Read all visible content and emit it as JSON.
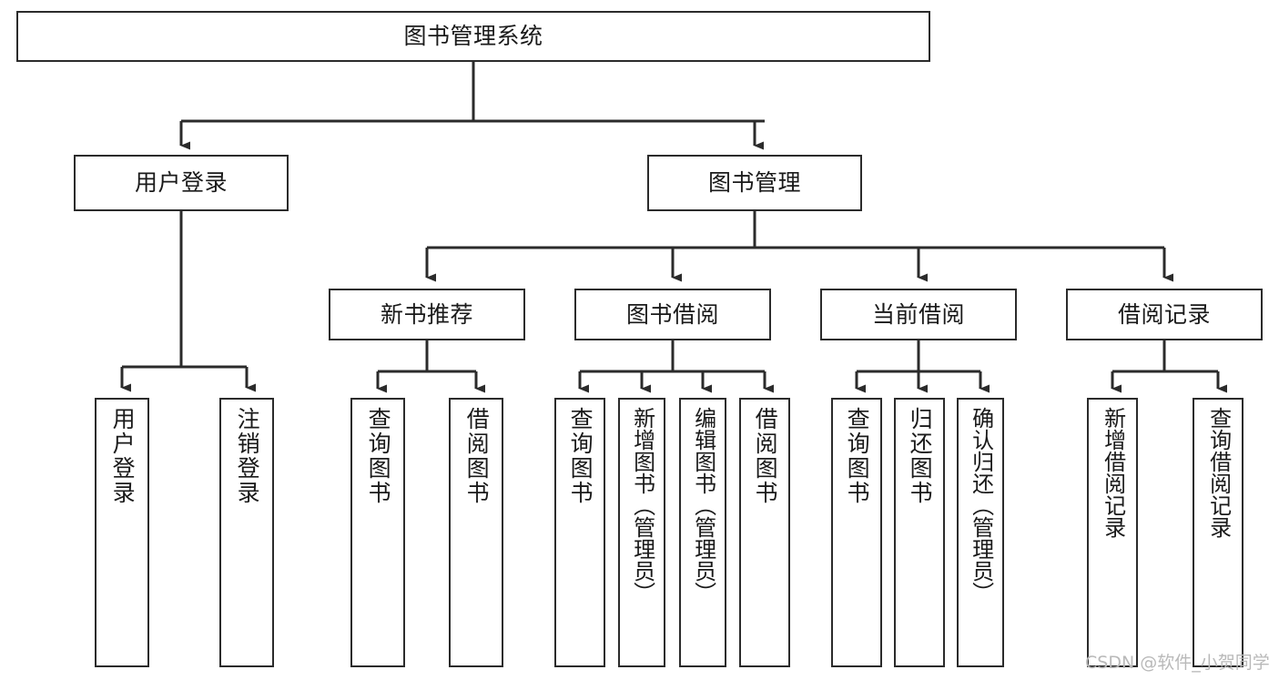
{
  "diagram": {
    "type": "tree-hierarchy",
    "title": "图书管理系统",
    "orientation": "top-down",
    "colors": {
      "box_border": "#2b2b2b",
      "box_fill": "#ffffff",
      "connector": "#2b2b2b",
      "text": "#1a1a1a",
      "watermark": "#b9b9b9",
      "background": "#ffffff"
    },
    "nodes": {
      "root": {
        "label": "图书管理系统"
      },
      "level1": [
        {
          "id": "user-login",
          "label": "用户登录"
        },
        {
          "id": "book-manage",
          "label": "图书管理"
        }
      ],
      "level2": [
        {
          "id": "new-book-recommend",
          "label": "新书推荐"
        },
        {
          "id": "book-borrow",
          "label": "图书借阅"
        },
        {
          "id": "current-borrow",
          "label": "当前借阅"
        },
        {
          "id": "borrow-record",
          "label": "借阅记录"
        }
      ],
      "leaves": {
        "user-login": [
          {
            "id": "leaf-user-login",
            "label": "用户登录"
          },
          {
            "id": "leaf-logout-login",
            "label": "注销登录"
          }
        ],
        "new-book-recommend": [
          {
            "id": "leaf-query-book-1",
            "label": "查询图书"
          },
          {
            "id": "leaf-borrow-book-1",
            "label": "借阅图书"
          }
        ],
        "book-borrow": [
          {
            "id": "leaf-query-book-2",
            "label": "查询图书"
          },
          {
            "id": "leaf-add-book",
            "label": "新增图书（管理员）"
          },
          {
            "id": "leaf-edit-book",
            "label": "编辑图书（管理员）"
          },
          {
            "id": "leaf-borrow-book-2",
            "label": "借阅图书"
          }
        ],
        "current-borrow": [
          {
            "id": "leaf-query-book-3",
            "label": "查询图书"
          },
          {
            "id": "leaf-return-book",
            "label": "归还图书"
          },
          {
            "id": "leaf-confirm-return",
            "label": "确认归还（管理员）"
          }
        ],
        "borrow-record": [
          {
            "id": "leaf-add-record",
            "label": "新增借阅记录"
          },
          {
            "id": "leaf-query-record",
            "label": "查询借阅记录"
          }
        ]
      }
    },
    "watermark": "CSDN @软件_小贺同学"
  }
}
